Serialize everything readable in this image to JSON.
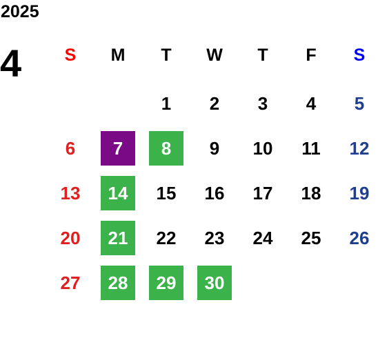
{
  "calendar": {
    "year": "2025",
    "month": "4",
    "weekdays": [
      "S",
      "M",
      "T",
      "W",
      "T",
      "F",
      "S"
    ],
    "colors": {
      "default_text": "#000000",
      "sunday_text": "#e02020",
      "sunday_header": "#ff0000",
      "saturday_text": "#1e3f8f",
      "saturday_header": "#0000ff",
      "highlight_green": "#3bb34a",
      "highlight_purple": "#7a0a85",
      "highlight_text": "#ffffff"
    },
    "weeks": [
      [
        null,
        null,
        {
          "d": "1"
        },
        {
          "d": "2"
        },
        {
          "d": "3"
        },
        {
          "d": "4"
        },
        {
          "d": "5"
        }
      ],
      [
        {
          "d": "6"
        },
        {
          "d": "7",
          "hl": "purple"
        },
        {
          "d": "8",
          "hl": "green"
        },
        {
          "d": "9"
        },
        {
          "d": "10"
        },
        {
          "d": "11"
        },
        {
          "d": "12"
        }
      ],
      [
        {
          "d": "13"
        },
        {
          "d": "14",
          "hl": "green"
        },
        {
          "d": "15"
        },
        {
          "d": "16"
        },
        {
          "d": "17"
        },
        {
          "d": "18"
        },
        {
          "d": "19"
        }
      ],
      [
        {
          "d": "20"
        },
        {
          "d": "21",
          "hl": "green"
        },
        {
          "d": "22"
        },
        {
          "d": "23"
        },
        {
          "d": "24"
        },
        {
          "d": "25"
        },
        {
          "d": "26"
        }
      ],
      [
        {
          "d": "27"
        },
        {
          "d": "28",
          "hl": "green"
        },
        {
          "d": "29",
          "hl": "green"
        },
        {
          "d": "30",
          "hl": "green"
        },
        null,
        null,
        null
      ]
    ]
  }
}
